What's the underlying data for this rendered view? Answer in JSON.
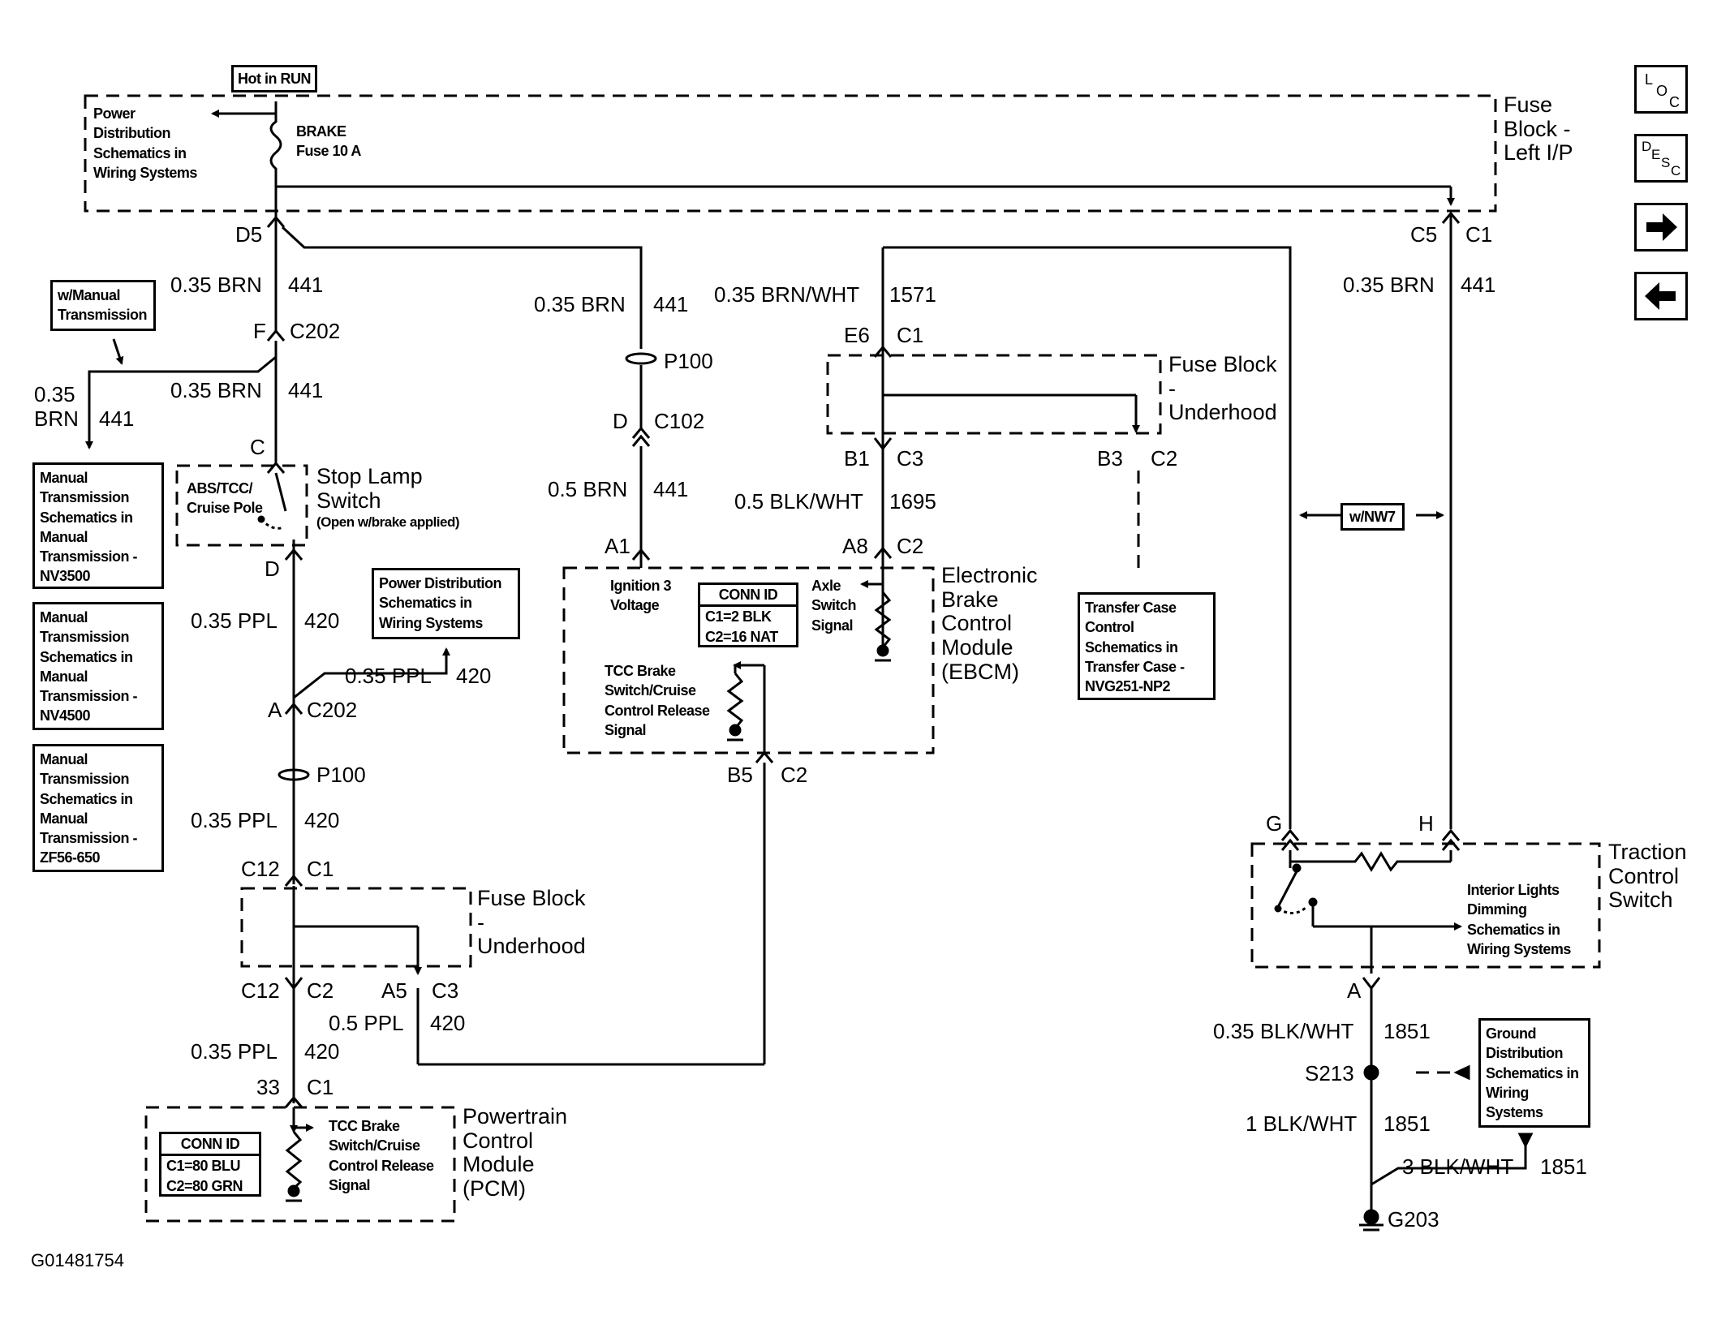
{
  "labels": {
    "hot_in_run": "Hot in RUN",
    "power_dist_1": "Power Distribution Schematics in Wiring Systems",
    "brake_fuse": "BRAKE Fuse 10 A",
    "fuse_block_left": "Fuse Block - Left I/P",
    "w_manual_trans": "w/Manual Transmission",
    "mt_nv3500": "Manual Transmission Schematics in Manual Transmission - NV3500",
    "mt_nv4500": "Manual Transmission Schematics in Manual Transmission - NV4500",
    "mt_zf56": "Manual Transmission Schematics in Manual Transmission - ZF56-650",
    "abs_tcc": "ABS/TCC/ Cruise Pole",
    "stop_lamp": "Stop Lamp Switch",
    "open_brake": "(Open w/brake applied)",
    "power_dist_2": "Power Distribution Schematics in Wiring Systems",
    "fuse_underhood_1": "Fuse Block - Underhood",
    "fuse_underhood_2": "Fuse Block - Underhood",
    "ignition3": "Ignition 3 Voltage",
    "conn_id_ebcm": "CONN ID",
    "ebcm_c1": "C1=2 BLK",
    "ebcm_c2": "C2=16 NAT",
    "axle_switch": "Axle Switch Signal",
    "ebcm": "Electronic Brake Control Module (EBCM)",
    "tcc_brake_ebcm": "TCC Brake Switch/Cruise Control Release Signal",
    "transfer_case": "Transfer Case Control Schematics in Transfer Case - NVG251-NP2",
    "w_nw7": "w/NW7",
    "traction": "Traction Control Switch",
    "interior_lights": "Interior Lights Dimming Schematics in Wiring Systems",
    "ground_dist": "Ground Distribution Schematics in Wiring Systems",
    "conn_id_pcm": "CONN ID",
    "pcm_c1": "C1=80 BLU",
    "pcm_c2": "C2=80 GRN",
    "tcc_brake_pcm": "TCC Brake Switch/Cruise Control Release Signal",
    "pcm": "Powertrain Control Module (PCM)",
    "figure_id": "G01481754"
  },
  "pins": {
    "d5": "D5",
    "f": "F",
    "c202a": "C202",
    "c": "C",
    "d": "D",
    "a": "A",
    "c202b": "C202",
    "p100a": "P100",
    "c12a": "C12",
    "c1a": "C1",
    "c12b": "C12",
    "c2a": "C2",
    "a5": "A5",
    "c3a": "C3",
    "n33": "33",
    "c1b": "C1",
    "p100b": "P100",
    "d2": "D",
    "c102": "C102",
    "a1": "A1",
    "e6": "E6",
    "c1c": "C1",
    "b1": "B1",
    "c3b": "C3",
    "b3": "B3",
    "c2b": "C2",
    "a8": "A8",
    "c2c": "C2",
    "b5": "B5",
    "c2d": "C2",
    "c5": "C5",
    "c1d": "C1",
    "g": "G",
    "h": "H",
    "a2": "A",
    "s213": "S213",
    "g203": "G203"
  },
  "wires": {
    "w1": "0.35 BRN",
    "w1n": "441",
    "w2": "0.35 BRN",
    "w2n": "441",
    "w3a": "0.35",
    "w3b": "BRN",
    "w3n": "441",
    "w4": "0.35 PPL",
    "w4n": "420",
    "w5": "0.35 PPL",
    "w5n": "420",
    "w6": "0.35 PPL",
    "w6n": "420",
    "w7": "0.35 PPL",
    "w7n": "420",
    "w8": "0.5 PPL",
    "w8n": "420",
    "w9": "0.35 BRN",
    "w9n": "441",
    "w10": "0.5 BRN",
    "w10n": "441",
    "w11": "0.35 BRN/WHT",
    "w11n": "1571",
    "w12": "0.5 BLK/WHT",
    "w12n": "1695",
    "w13": "0.35 BRN",
    "w13n": "441",
    "w14": "0.35 BLK/WHT",
    "w14n": "1851",
    "w15": "1 BLK/WHT",
    "w15n": "1851",
    "w16": "3 BLK/WHT",
    "w16n": "1851"
  },
  "nav": {
    "loc": {
      "l1": "L",
      "l2": "O",
      "l3": "C"
    },
    "desc": {
      "l1": "D",
      "l2": "E",
      "l3": "S",
      "l4": "C"
    }
  }
}
